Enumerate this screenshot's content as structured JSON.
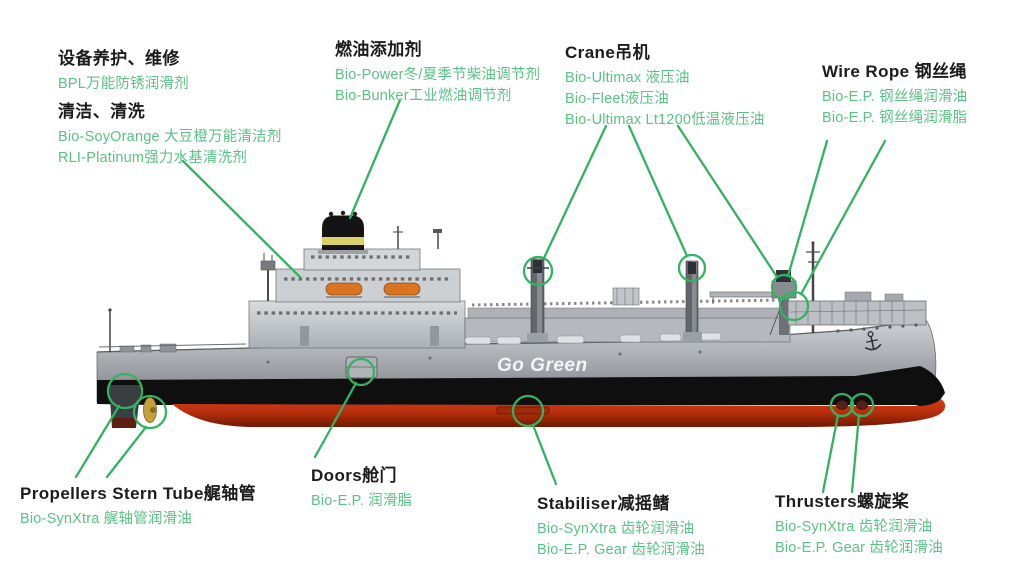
{
  "colors": {
    "annotation_green": "#35b261",
    "product_text_green": "#5ac285",
    "heading_black": "#1c1c1c",
    "hull_red": "#b02c0c",
    "hull_gray": "#a8acb0",
    "waterline_black": "#0f0f10",
    "funnel_yellow": "#ddcf69",
    "lifeboat_orange": "#da7420",
    "propeller_gold": "#c79f3e"
  },
  "ship": {
    "name": "Go Green"
  },
  "labels": [
    {
      "id": "maintenance",
      "title": "设备养护、维修",
      "products": [
        "BPL万能防锈润滑剂"
      ]
    },
    {
      "id": "cleaning",
      "title": "清洁、清洗",
      "products": [
        "Bio-SoyOrange 大豆橙万能清洁剂",
        "RLI-Platinum强力水基清洗剂"
      ]
    },
    {
      "id": "fuel-additives",
      "title": "燃油添加剂",
      "products": [
        "Bio-Power冬/夏季节柴油调节剂",
        "Bio-Bunker工业燃油调节剂"
      ]
    },
    {
      "id": "crane",
      "title": "Crane吊机",
      "products": [
        "Bio-Ultimax 液压油",
        "Bio-Fleet液压油",
        "Bio-Ultimax Lt1200低温液压油"
      ]
    },
    {
      "id": "wire-rope",
      "title": "Wire Rope 钢丝绳",
      "products": [
        "Bio-E.P. 钢丝绳润滑油",
        "Bio-E.P. 钢丝绳润滑脂"
      ]
    },
    {
      "id": "propellers-stern-tube",
      "title": "Propellers Stern Tube艉轴管",
      "products": [
        "Bio-SynXtra 艉轴管润滑油"
      ]
    },
    {
      "id": "doors",
      "title": "Doors舱门",
      "products": [
        "Bio-E.P. 润滑脂"
      ]
    },
    {
      "id": "stabiliser",
      "title": "Stabiliser减摇鳍",
      "products": [
        "Bio-SynXtra 齿轮润滑油",
        "Bio-E.P. Gear 齿轮润滑油"
      ]
    },
    {
      "id": "thrusters",
      "title": "Thrusters螺旋桨",
      "products": [
        "Bio-SynXtra 齿轮润滑油",
        "Bio-E.P. Gear 齿轮润滑油"
      ]
    }
  ]
}
